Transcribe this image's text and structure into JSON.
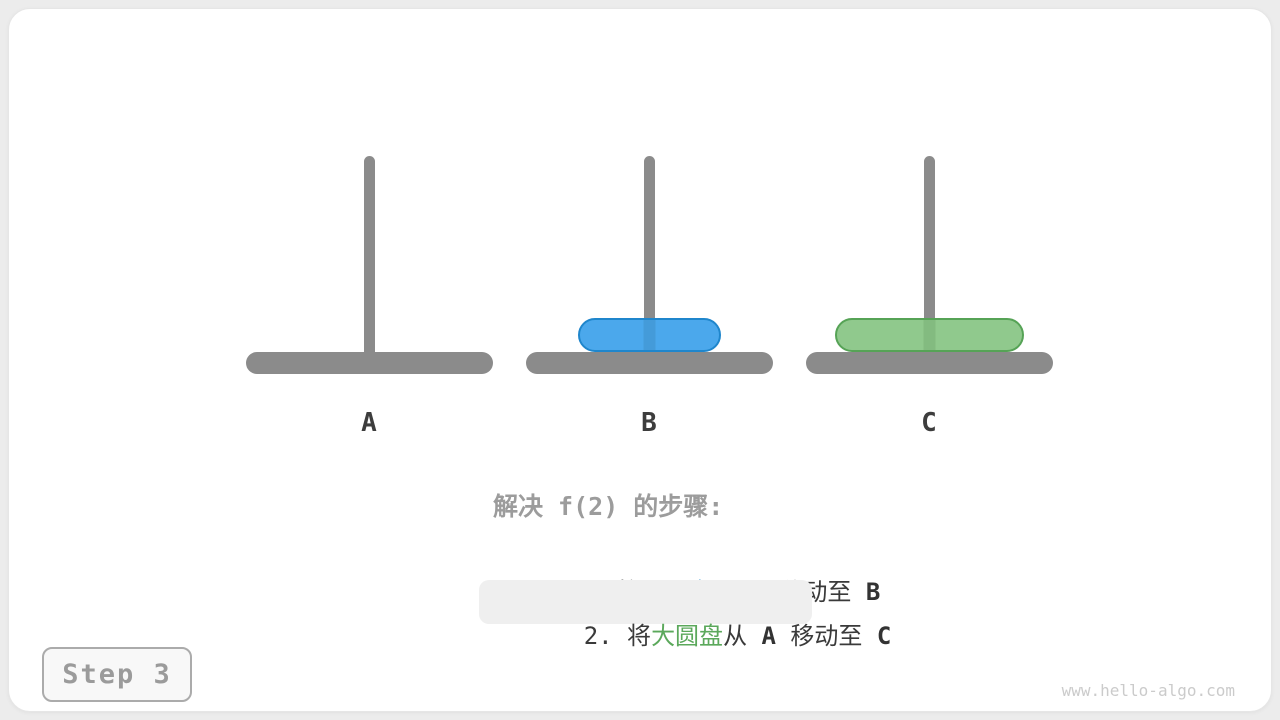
{
  "figure": {
    "background": "#ececec",
    "card_background": "#ffffff",
    "structure_gray": "#8b8b8b",
    "highlight_background": "#efefef"
  },
  "pegs": [
    {
      "label": "A",
      "disks": []
    },
    {
      "label": "B",
      "disks": [
        "small"
      ]
    },
    {
      "label": "C",
      "disks": [
        "large"
      ]
    }
  ],
  "disks": {
    "small": {
      "name": "小圆盘",
      "fill": "#4ba8ec",
      "border": "#1f86cc",
      "on_peg": "B"
    },
    "large": {
      "name": "大圆盘",
      "fill": "#90c98d",
      "border": "#56a356",
      "on_peg": "C"
    }
  },
  "caption": {
    "title": "解决 f(2) 的步骤:"
  },
  "steps": [
    {
      "highlighted": false,
      "segments": [
        {
          "text": "1. 将"
        },
        {
          "text": "小圆盘"
        },
        {
          "text": "从 "
        },
        {
          "text": "A"
        },
        {
          "text": " 移动至 "
        },
        {
          "text": "B"
        }
      ]
    },
    {
      "highlighted": true,
      "segments": [
        {
          "text": "2. 将"
        },
        {
          "text": "大圆盘"
        },
        {
          "text": "从 "
        },
        {
          "text": "A"
        },
        {
          "text": " 移动至 "
        },
        {
          "text": "C"
        }
      ]
    }
  ],
  "step_badge": {
    "label": "Step 3"
  },
  "watermark": {
    "text": "www.hello-algo.com"
  },
  "text_colors": {
    "dark": "#3a3a3a",
    "muted_title": "#9c9c9c",
    "blue": "#2b8fd0",
    "green": "#5ba85b",
    "badge": "#9b9b9b",
    "watermark": "#cbcbcb"
  }
}
